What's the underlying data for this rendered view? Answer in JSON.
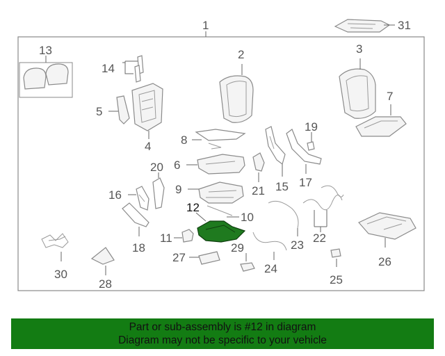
{
  "labels": {
    "n1": "1",
    "n2": "2",
    "n3": "3",
    "n4": "4",
    "n5": "5",
    "n6": "6",
    "n7": "7",
    "n8": "8",
    "n9": "9",
    "n10": "10",
    "n11": "11",
    "n12": "12",
    "n13": "13",
    "n14": "14",
    "n15": "15",
    "n16": "16",
    "n17": "17",
    "n18": "18",
    "n19": "19",
    "n20": "20",
    "n21": "21",
    "n22": "22",
    "n23": "23",
    "n24": "24",
    "n25": "25",
    "n26": "26",
    "n27": "27",
    "n28": "28",
    "n29": "29",
    "n30": "30",
    "n31": "31"
  },
  "banner": {
    "line1": "Part or sub-assembly is #12 in diagram",
    "line2": "Diagram may not be specific to your vehicle"
  },
  "colors": {
    "highlight_part": "#1f7a1f",
    "banner_bg": "#137c13"
  }
}
